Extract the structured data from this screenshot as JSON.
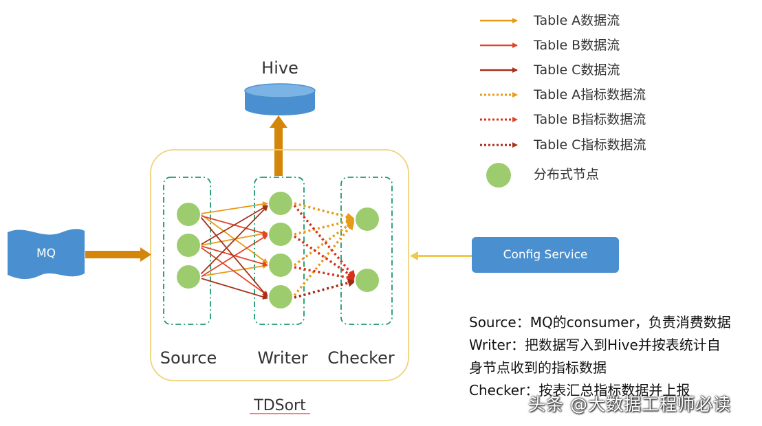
{
  "legend": [
    {
      "label": "Table A数据流",
      "color": "#e89a1a",
      "style": "solid"
    },
    {
      "label": "Table B数据流",
      "color": "#e0442a",
      "style": "solid"
    },
    {
      "label": "Table C数据流",
      "color": "#a63018",
      "style": "solid"
    },
    {
      "label": "Table A指标数据流",
      "color": "#e89a1a",
      "style": "dotted"
    },
    {
      "label": "Table B指标数据流",
      "color": "#d8301c",
      "style": "dotted"
    },
    {
      "label": "Table C指标数据流",
      "color": "#a02a14",
      "style": "dotted"
    },
    {
      "label": "分布式节点",
      "color": "#9ccc6e",
      "style": "node"
    }
  ],
  "hive": {
    "label": "Hive"
  },
  "mq": {
    "label": "MQ"
  },
  "config_service": {
    "label": "Config Service"
  },
  "columns": {
    "source": "Source",
    "writer": "Writer",
    "checker": "Checker"
  },
  "tdsort": {
    "label": "TDSort"
  },
  "descriptions": [
    "Source：MQ的consumer，负责消费数据",
    "Writer：把数据写入到Hive并按表统计自",
    "身节点收到的指标数据",
    "Checker：按表汇总指标数据并上报"
  ],
  "watermark": "头条 @大数据工程师必读",
  "colors": {
    "node_fill": "#9ccc6e",
    "node_stroke": "#ffffff",
    "blue": "#4a90d0",
    "orange_arrow": "#d4860a",
    "config_arrow": "#f1c84a",
    "tdsort_border": "#f0d27a",
    "column_border": "#1a9a6a"
  }
}
